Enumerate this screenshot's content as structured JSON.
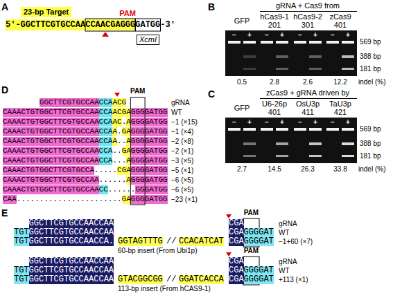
{
  "diagram": {
    "nodes": [
      {
        "text": [
          "23-bp Target"
        ]
      },
      {
        "text": [
          "XcmI"
        ]
      }
    ],
    "labels": [
      "A",
      "PAM",
      "5'-GGCTTCGTGCCAACCAACGAGGGGATGG-3'",
      "B",
      "gRNA + Cas9 from",
      "GFP",
      "hCas9-1",
      "201",
      "hCas9-2",
      "301",
      "zCas9",
      "401",
      "−",
      "+",
      "−",
      "+",
      "−",
      "+",
      "−",
      "+",
      "569 bp",
      "388 bp",
      "181 bp",
      "0.5",
      "2.8",
      "2.6",
      "12.2",
      "indel (%)",
      "C",
      "zCas9 + gRNA driven by",
      "GFP",
      "U6-26p",
      "401",
      "OsU3p",
      "411",
      "TaU3p",
      "421",
      "−",
      "+",
      "−",
      "+",
      "−",
      "+",
      "−",
      "+",
      "569 bp",
      "388 bp",
      "181 bp",
      "2.7",
      "14.5",
      "26.3",
      "33.8",
      "indel (%)",
      "D",
      "PAM",
      "GGCTTCGTGCCAACCAACG",
      "gRNA",
      "CAAACTGTGGCTTCGTGCCAACCAACGAGGGGATGG",
      "WT",
      "CAAACTGTGGCTTCGTGCCAACCAAC.AGGGGATGG",
      "−1 (×15)",
      "CAAACTGTGGCTTCGTGCCAACCAA.GAGGGGATGG",
      "−1 (×4)",
      "CAAACTGTGGCTTCGTGCCAACCAA..AGGGGATGG",
      "−2 (×8)",
      "CAAACTGTGGCTTCGTGCCAACCA..GAGGGGATGG",
      "−2 (×1)",
      "CAAACTGTGGCTTCGTGCCAACCA...AGGGGATGG",
      "−3 (×5)",
      "CAAACTGTGGCTTCGTGCCA.....CGAGGGGATGG",
      "−5 (×1)",
      "CAAACTGTGGCTTCGTGCCAA......AGGGGATGG",
      "−6 (×5)",
      "CAAACTGTGGCTTCGTGCCAACC......GGGATGG",
      "−6 (×5)",
      "CAA.......................GAGGGGATGG",
      "−23 (×1)",
      "E",
      "PAM",
      "GGCTTCGTGCCAACCAA",
      "CGA",
      "gRNA",
      "TGT",
      "GGCTTCGTGCCAACCAA",
      "CGA",
      "GGGGAT",
      "WT",
      "TGT",
      "GGCTTCGTGCCAACCA.",
      "GGTAGTTTG",
      "//",
      "CCACATCAT",
      "CGA",
      "GGGGAT",
      "−1+60 (×7)",
      "60-bp insert (From Ubi1p)",
      "PAM",
      "GGCTTCGTGCCAACCAA",
      "CGA",
      "gRNA",
      "TGT",
      "GGCTTCGTGCCAACCAA",
      "CGA",
      "GGGGAT",
      "WT",
      "TGT",
      "GGCTTCGTGCCAACCAA",
      "GTACGGCGG",
      "//",
      "GGATCACCA",
      "CGA",
      "GGGGAT",
      "+113 (×1)",
      "113-bp insert (From hCAS9-1)"
    ]
  }
}
